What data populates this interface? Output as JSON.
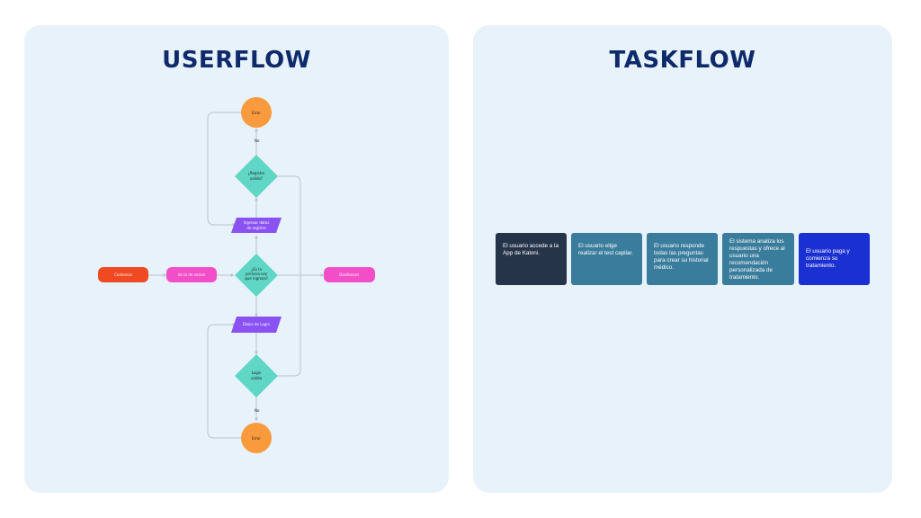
{
  "userflow": {
    "title": "USERFLOW",
    "nodes": {
      "start": "Comienzo",
      "login_start": "Inicio de sesion",
      "first_time": [
        "¿Es la",
        "primera vez",
        "que ingresa?"
      ],
      "dashboard": "Dashboard",
      "reg_data": [
        "Ingresar datos",
        "de registro"
      ],
      "reg_valid": [
        "¿Registro",
        "valido?"
      ],
      "error_top": "Error",
      "login_data": "Datos de Login",
      "login_valid": [
        "Login",
        "valido"
      ],
      "error_bottom": "Error"
    },
    "edges": {
      "no_top": "No",
      "no_bottom": "No"
    },
    "colors": {
      "start": "#f04a23",
      "login": "#f24ec8",
      "decision": "#5fd6c6",
      "data": "#8a52f2",
      "error": "#f99a3c",
      "line": "#b9c3cc"
    }
  },
  "taskflow": {
    "title": "TASKFLOW",
    "steps": [
      {
        "text": "El usuario accede a la App de Kaloni.",
        "color": "#26344a"
      },
      {
        "text": "El usuario elige realizar el test capilar.",
        "color": "#3a7c9c"
      },
      {
        "text": "El usuario responde todas las preguntas para crear su historial médico.",
        "color": "#3a7c9c"
      },
      {
        "text": "El sistema analiza los respuestas y ofrece al usuario una recomendación personalizada de tratamiento.",
        "color": "#3a7c9c"
      },
      {
        "text": "El usuario paga y comienza su tratamiento.",
        "color": "#1b30d2"
      }
    ]
  }
}
